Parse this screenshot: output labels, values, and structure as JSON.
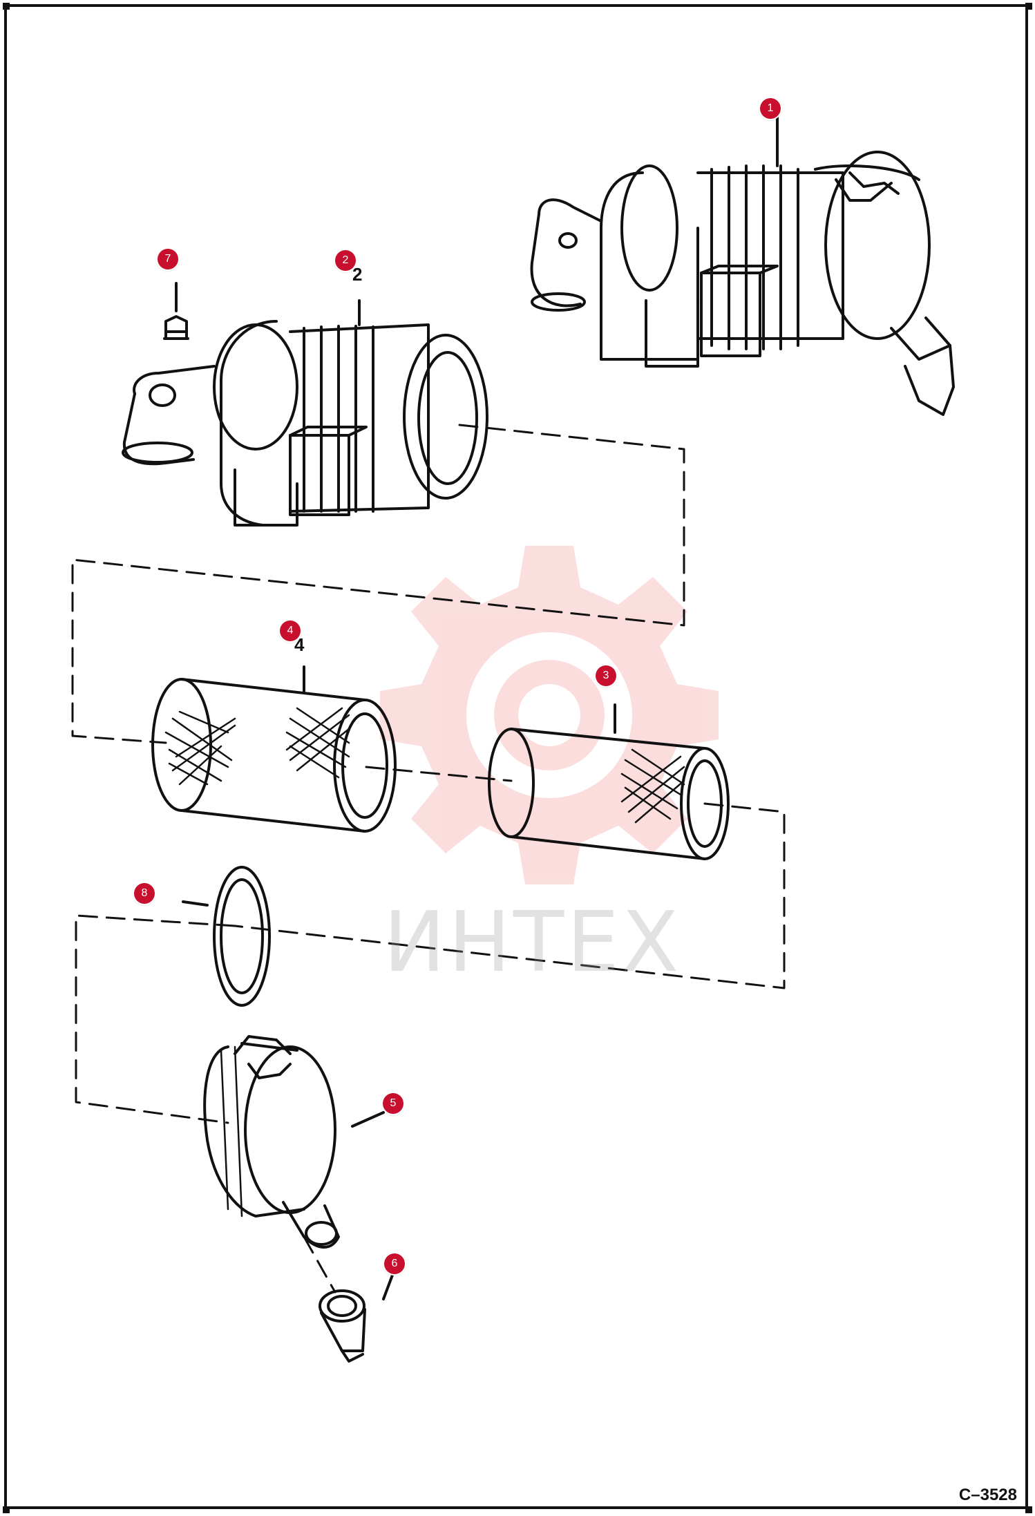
{
  "diagram": {
    "drawing_code": "C–3528",
    "watermark_text": "ИНТЕХ",
    "callouts": [
      "1",
      "2",
      "3",
      "4",
      "5",
      "6",
      "7",
      "8"
    ],
    "printed_numbers": {
      "p2": "2",
      "p4": "4"
    }
  },
  "colors": {
    "callout": "#c8102e",
    "line": "#111111",
    "watermark": "#f4b0b0"
  }
}
